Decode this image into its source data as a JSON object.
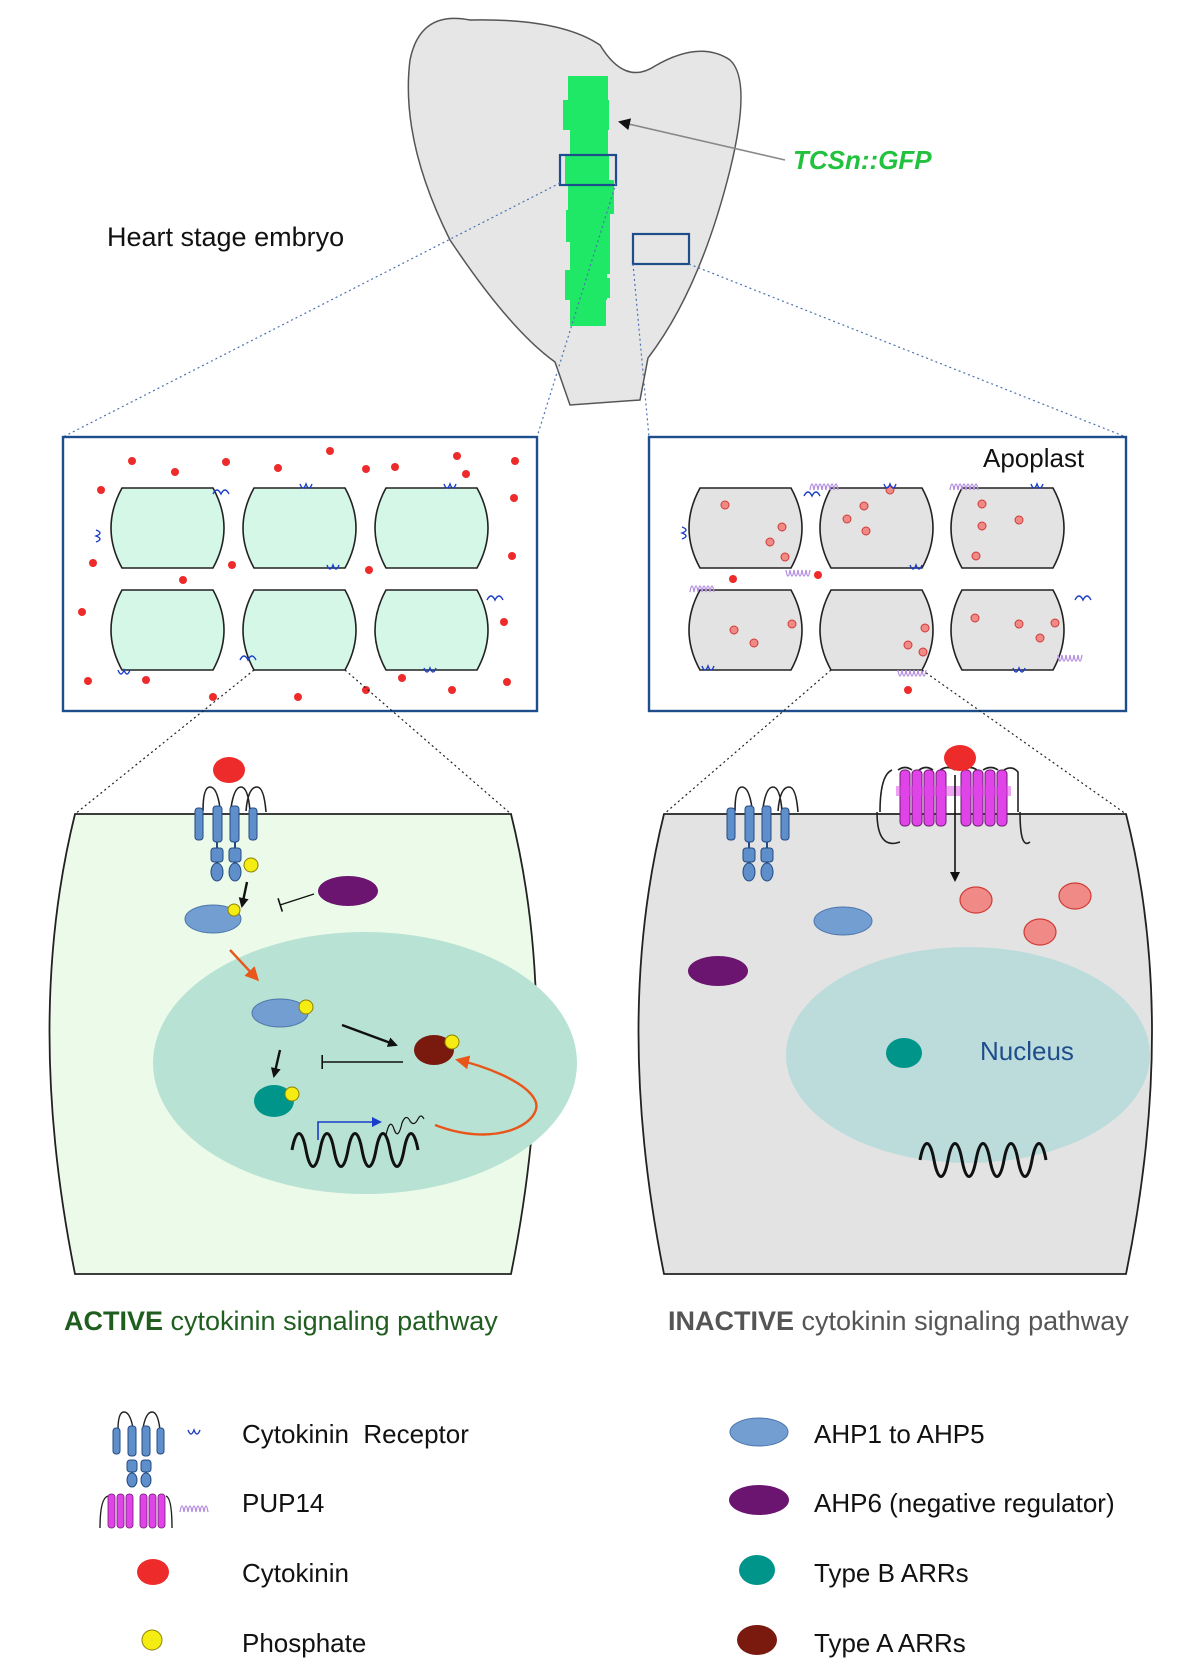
{
  "embryo": {
    "stage_label": "Heart stage embryo",
    "reporter_label": "TCSn::GFP"
  },
  "apoplast_label": "Apoplast",
  "nucleus_label": "Nucleus",
  "pathways": {
    "active": {
      "keyword": "ACTIVE",
      "rest": " cytokinin signaling pathway"
    },
    "inactive": {
      "keyword": "INACTIVE",
      "rest": " cytokinin signaling pathway"
    }
  },
  "legend": {
    "left": [
      {
        "id": "receptor",
        "label": "Cytokinin  Receptor"
      },
      {
        "id": "pup14",
        "label": "PUP14"
      },
      {
        "id": "cytokinin",
        "label": "Cytokinin"
      },
      {
        "id": "phosphate",
        "label": "Phosphate"
      }
    ],
    "right": [
      {
        "id": "ahp",
        "label": "AHP1 to AHP5"
      },
      {
        "id": "ahp6",
        "label": "AHP6 (negative regulator)"
      },
      {
        "id": "typeb",
        "label": "Type B ARRs"
      },
      {
        "id": "typea",
        "label": "Type A ARRs"
      }
    ]
  },
  "colors": {
    "gfp": "#1ee866",
    "gfp_text": "#22c23e",
    "box_border": "#1e4d8c",
    "cell_active": "#d4f7e8",
    "cell_active_big": "#ecfbe9",
    "cell_inactive": "#e3e3e3",
    "nucleus_active": "#b8e2d4",
    "nucleus_inactive": "#bcdcdc",
    "cytokinin": "#ee2b2b",
    "cytokinin_inside": "#f08a86",
    "phosphate": "#f5ec14",
    "receptor": "#5f8fcb",
    "pup14": "#e044e8",
    "pup14_loop": "#b48fe0",
    "ahp": "#739ed2",
    "ahp6": "#6b1470",
    "typeb": "#00958a",
    "typea": "#7a1a0e",
    "arrow_orange": "#e8561a",
    "active_title": "#1f5e1f",
    "inactive_title": "#555555",
    "nucleus_text": "#1e4d8c"
  }
}
